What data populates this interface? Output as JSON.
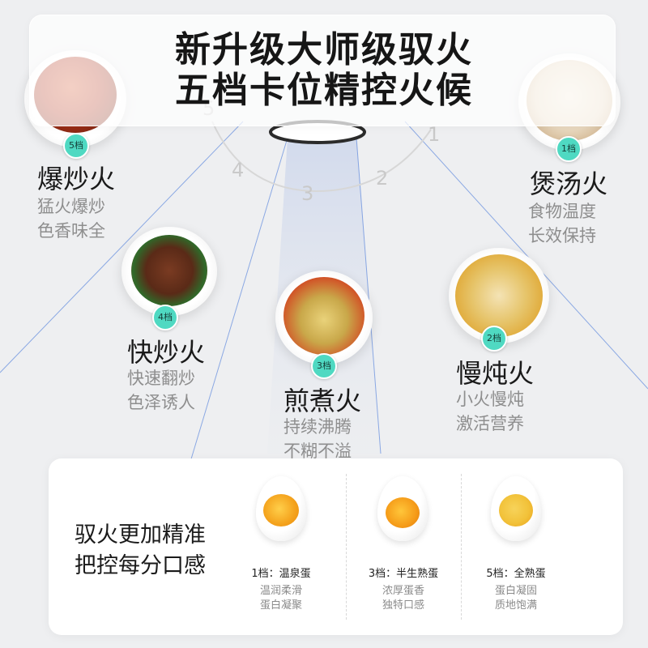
{
  "headline": {
    "line1": "新升级大师级驭火",
    "line2": "五档卡位精控火候"
  },
  "dial_numbers": [
    "5",
    "4",
    "3",
    "2",
    "1"
  ],
  "levels": [
    {
      "badge": "5档",
      "title": "爆炒火",
      "desc1": "猛火爆炒",
      "desc2": "色香味全",
      "food": "spicy-crayfish"
    },
    {
      "badge": "4档",
      "title": "快炒火",
      "desc1": "快速翻炒",
      "desc2": "色泽诱人",
      "food": "stir-fried-beef"
    },
    {
      "badge": "3档",
      "title": "煎煮火",
      "desc1": "持续沸腾",
      "desc2": "不糊不溢",
      "food": "garlic-lobster"
    },
    {
      "badge": "2档",
      "title": "慢炖火",
      "desc1": "小火慢炖",
      "desc2": "激活营养",
      "food": "chicken-soup"
    },
    {
      "badge": "1档",
      "title": "煲汤火",
      "desc1": "食物温度",
      "desc2": "长效保持",
      "food": "fish-soup"
    }
  ],
  "bottom": {
    "title_line1": "驭火更加精准",
    "title_line2": "把控每分口感",
    "eggs": [
      {
        "label": "1档：温泉蛋",
        "desc1": "温润柔滑",
        "desc2": "蛋白凝聚",
        "yolk_color": "#f4a21c"
      },
      {
        "label": "3档：半生熟蛋",
        "desc1": "浓厚蛋香",
        "desc2": "独特口感",
        "yolk_color": "#f59b18"
      },
      {
        "label": "5档：全熟蛋",
        "desc1": "蛋白凝固",
        "desc2": "质地饱满",
        "yolk_color": "#f2c23a"
      }
    ]
  },
  "colors": {
    "badge": "#4fd9c2",
    "ray": "#3a6fd8",
    "background": "#eeeff1"
  }
}
